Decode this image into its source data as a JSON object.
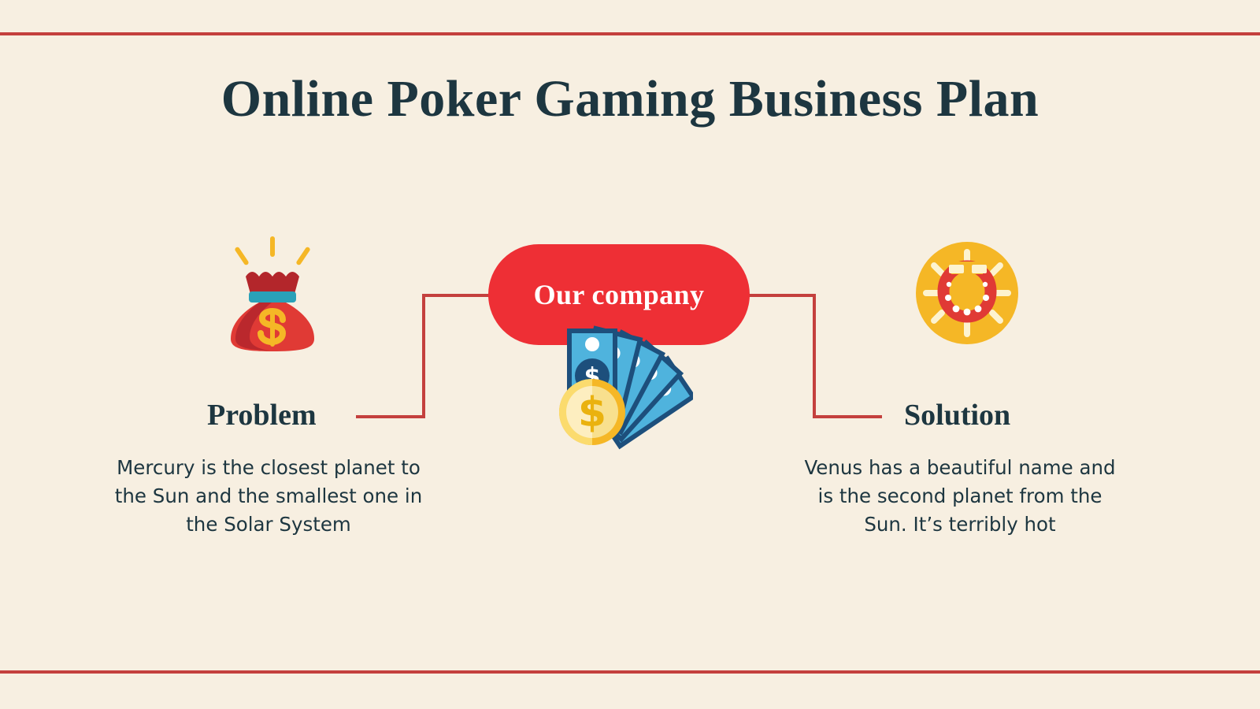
{
  "slide": {
    "background_color": "#f7efe1",
    "accent_red": "#ee2f35",
    "rule_red": "#c4403d",
    "ink_navy": "#1d3640",
    "gold": "#f5b726",
    "title": "Online Poker Gaming Business Plan"
  },
  "center": {
    "label": "Our company",
    "illustration_name": "banknotes-and-coin-illustration"
  },
  "columns": [
    {
      "id": "problem",
      "icon": "money-bag-icon",
      "heading": "Problem",
      "body": "Mercury is the closest planet to the Sun and the smallest one in the Solar System"
    },
    {
      "id": "solution",
      "icon": "horseshoe-luck-icon",
      "heading": "Solution",
      "body": "Venus has a beautiful name and is the second planet from the Sun. It’s terribly hot"
    }
  ]
}
